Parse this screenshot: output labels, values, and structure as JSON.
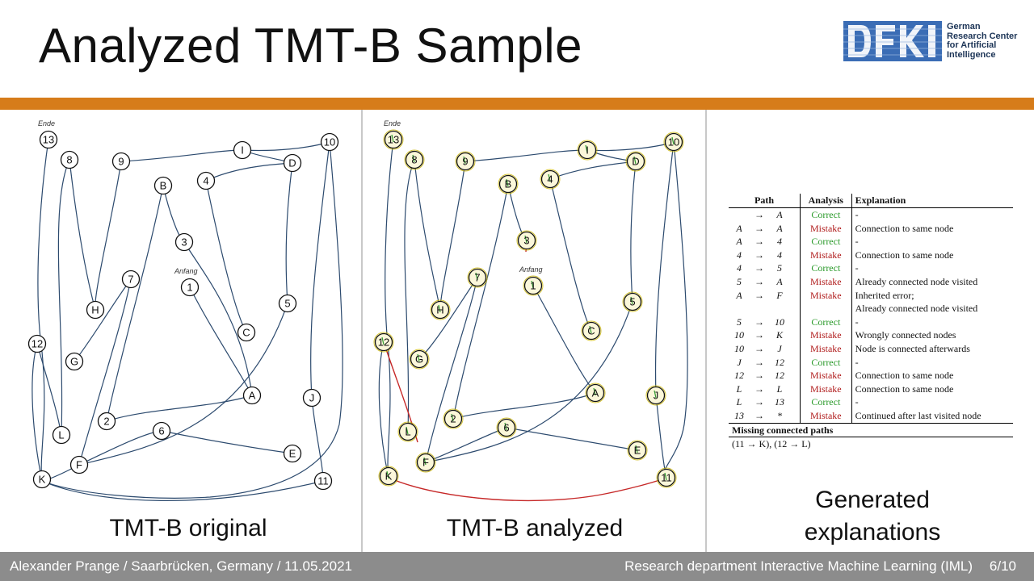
{
  "slide": {
    "title": "Analyzed TMT-B Sample",
    "page_number": "6/10"
  },
  "logo": {
    "mark": "DFKI",
    "lines": [
      "German",
      "Research Center",
      "for Artificial",
      "Intelligence"
    ],
    "color": "#3b6db5"
  },
  "accent_color": "#d67c1a",
  "panels": {
    "original_caption": "TMT-B original",
    "analyzed_caption": "TMT-B analyzed",
    "explanations_caption_line1": "Generated",
    "explanations_caption_line2": "explanations"
  },
  "sheet": {
    "start_label": "Anfang",
    "end_label": "Ende",
    "nodes": [
      "13",
      "8",
      "9",
      "I",
      "10",
      "D",
      "B",
      "4",
      "3",
      "7",
      "1",
      "H",
      "5",
      "C",
      "12",
      "G",
      "A",
      "J",
      "2",
      "6",
      "L",
      "E",
      "F",
      "K",
      "11"
    ],
    "path_color": "#2c4a6e",
    "error_color": "#c62828",
    "correct_color": "#2e9a2e",
    "highlight_color": "#c9b400"
  },
  "table": {
    "headers": [
      "Path",
      "Analysis",
      "Explanation"
    ],
    "rows": [
      {
        "from": "",
        "arrow": "→",
        "to": "A",
        "analysis": "Correct",
        "status": "correct",
        "explanation": "-"
      },
      {
        "from": "A",
        "arrow": "→",
        "to": "A",
        "analysis": "Mistake",
        "status": "mistake",
        "explanation": "Connection to same node"
      },
      {
        "from": "A",
        "arrow": "→",
        "to": "4",
        "analysis": "Correct",
        "status": "correct",
        "explanation": "-"
      },
      {
        "from": "4",
        "arrow": "→",
        "to": "4",
        "analysis": "Mistake",
        "status": "mistake",
        "explanation": "Connection to same node"
      },
      {
        "from": "4",
        "arrow": "→",
        "to": "5",
        "analysis": "Correct",
        "status": "correct",
        "explanation": "-"
      },
      {
        "from": "5",
        "arrow": "→",
        "to": "A",
        "analysis": "Mistake",
        "status": "mistake",
        "explanation": "Already connected node visited"
      },
      {
        "from": "A",
        "arrow": "→",
        "to": "F",
        "analysis": "Mistake",
        "status": "mistake",
        "explanation": "Inherited error;"
      },
      {
        "from": "",
        "arrow": "",
        "to": "",
        "analysis": "",
        "status": "",
        "explanation": "Already connected node visited"
      },
      {
        "from": "5",
        "arrow": "→",
        "to": "10",
        "analysis": "Correct",
        "status": "correct",
        "explanation": "-"
      },
      {
        "from": "10",
        "arrow": "→",
        "to": "K",
        "analysis": "Mistake",
        "status": "mistake",
        "explanation": "Wrongly connected nodes"
      },
      {
        "from": "10",
        "arrow": "→",
        "to": "J",
        "analysis": "Mistake",
        "status": "mistake",
        "explanation": "Node is connected afterwards"
      },
      {
        "from": "J",
        "arrow": "→",
        "to": "12",
        "analysis": "Correct",
        "status": "correct",
        "explanation": "-"
      },
      {
        "from": "12",
        "arrow": "→",
        "to": "12",
        "analysis": "Mistake",
        "status": "mistake",
        "explanation": "Connection to same node"
      },
      {
        "from": "L",
        "arrow": "→",
        "to": "L",
        "analysis": "Mistake",
        "status": "mistake",
        "explanation": "Connection to same node"
      },
      {
        "from": "L",
        "arrow": "→",
        "to": "13",
        "analysis": "Correct",
        "status": "correct",
        "explanation": "-"
      },
      {
        "from": "13",
        "arrow": "→",
        "to": "*",
        "analysis": "Mistake",
        "status": "mistake",
        "explanation": "Continued after last visited node"
      }
    ],
    "missing_header": "Missing connected paths",
    "missing_value": "(11 → K), (12 → L)"
  },
  "footer": {
    "left": "Alexander Prange / Saarbrücken, Germany / 11.05.2021",
    "right": "Research department Interactive Machine Learning (IML)"
  }
}
